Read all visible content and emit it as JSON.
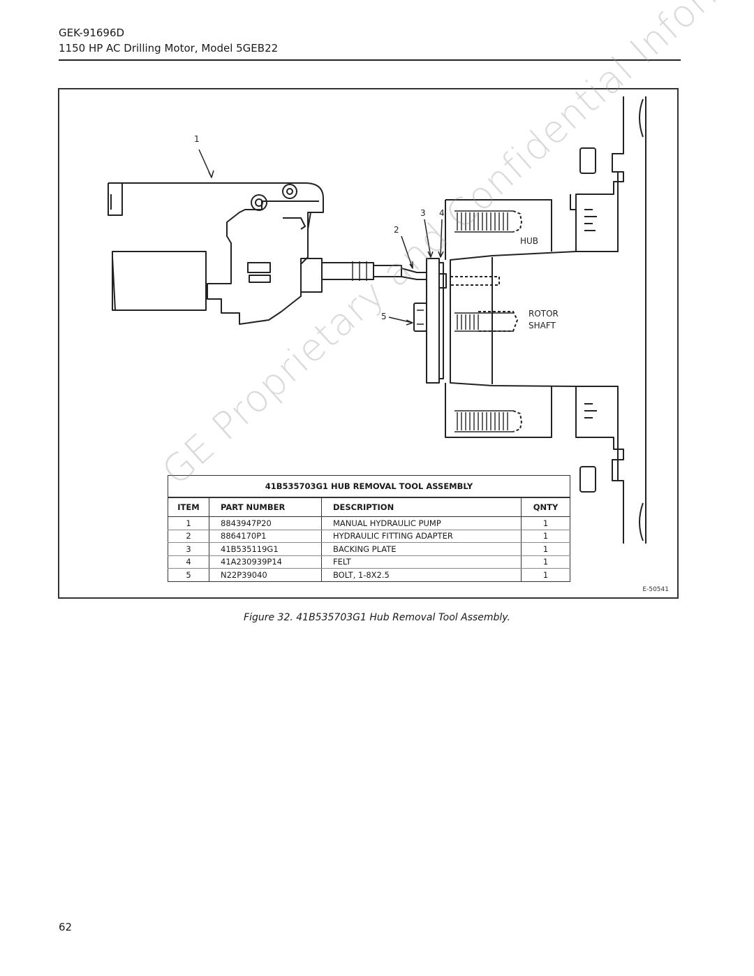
{
  "header": {
    "doc_number": "GEK-91696D",
    "doc_title": "1150 HP AC Drilling Motor, Model 5GEB22"
  },
  "figure": {
    "callouts": [
      "1",
      "2",
      "3",
      "4",
      "5"
    ],
    "labels": {
      "hub": "HUB",
      "rotor_line1": "ROTOR",
      "rotor_line2": "SHAFT"
    },
    "reference_code": "E-50541",
    "caption": "Figure 32.  41B535703G1 Hub Removal Tool Assembly."
  },
  "parts_table": {
    "title": "41B535703G1 HUB REMOVAL TOOL ASSEMBLY",
    "columns": [
      "ITEM",
      "PART NUMBER",
      "DESCRIPTION",
      "QNTY"
    ],
    "rows": [
      {
        "item": "1",
        "part_number": "8843947P20",
        "description": "MANUAL HYDRAULIC PUMP",
        "qnty": "1"
      },
      {
        "item": "2",
        "part_number": "8864170P1",
        "description": "HYDRAULIC FITTING ADAPTER",
        "qnty": "1"
      },
      {
        "item": "3",
        "part_number": "41B535119G1",
        "description": "BACKING PLATE",
        "qnty": "1"
      },
      {
        "item": "4",
        "part_number": "41A230939P14",
        "description": "FELT",
        "qnty": "1"
      },
      {
        "item": "5",
        "part_number": "N22P39040",
        "description": "BOLT, 1-8X2.5",
        "qnty": "1"
      }
    ]
  },
  "watermark": "GE Proprietary and Confidential Information",
  "page_number": "62"
}
